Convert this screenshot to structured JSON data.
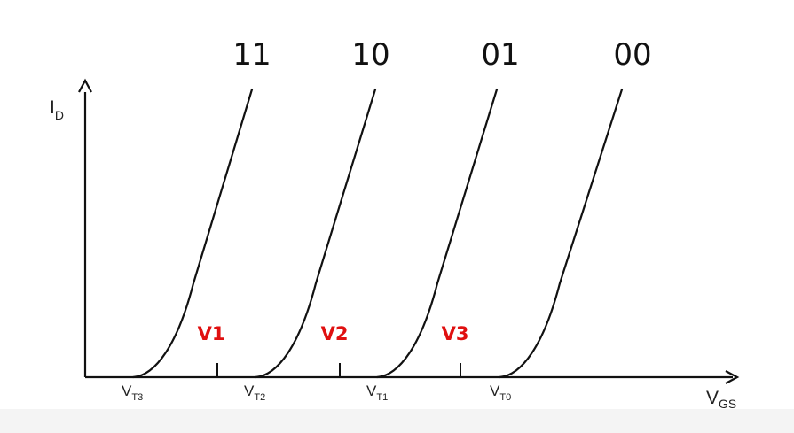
{
  "diagram": {
    "y_axis": {
      "main": "I",
      "sub": "D"
    },
    "x_axis": {
      "main": "V",
      "sub": "GS"
    },
    "states": [
      "11",
      "10",
      "01",
      "00"
    ],
    "thresholds": [
      {
        "main": "V",
        "sub": "T3"
      },
      {
        "main": "V",
        "sub": "T2"
      },
      {
        "main": "V",
        "sub": "T1"
      },
      {
        "main": "V",
        "sub": "T0"
      }
    ],
    "read_voltages": [
      "V1",
      "V2",
      "V3"
    ],
    "colors": {
      "read_voltage": "#e01010",
      "line": "#111111"
    }
  }
}
